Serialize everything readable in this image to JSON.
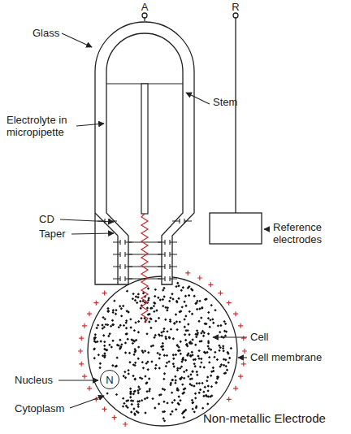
{
  "diagram": {
    "caption": "Non-metallic Electrode",
    "nodes": [
      {
        "text": [
          "N"
        ]
      }
    ],
    "labels": [
      "A",
      "R",
      "Glass",
      "Electrolyte in micropipette",
      "Stem",
      "CD",
      "Taper",
      "Reference electrodes",
      "Cell",
      "Cell membrane",
      "Nucleus",
      "Cytoplasm"
    ]
  }
}
